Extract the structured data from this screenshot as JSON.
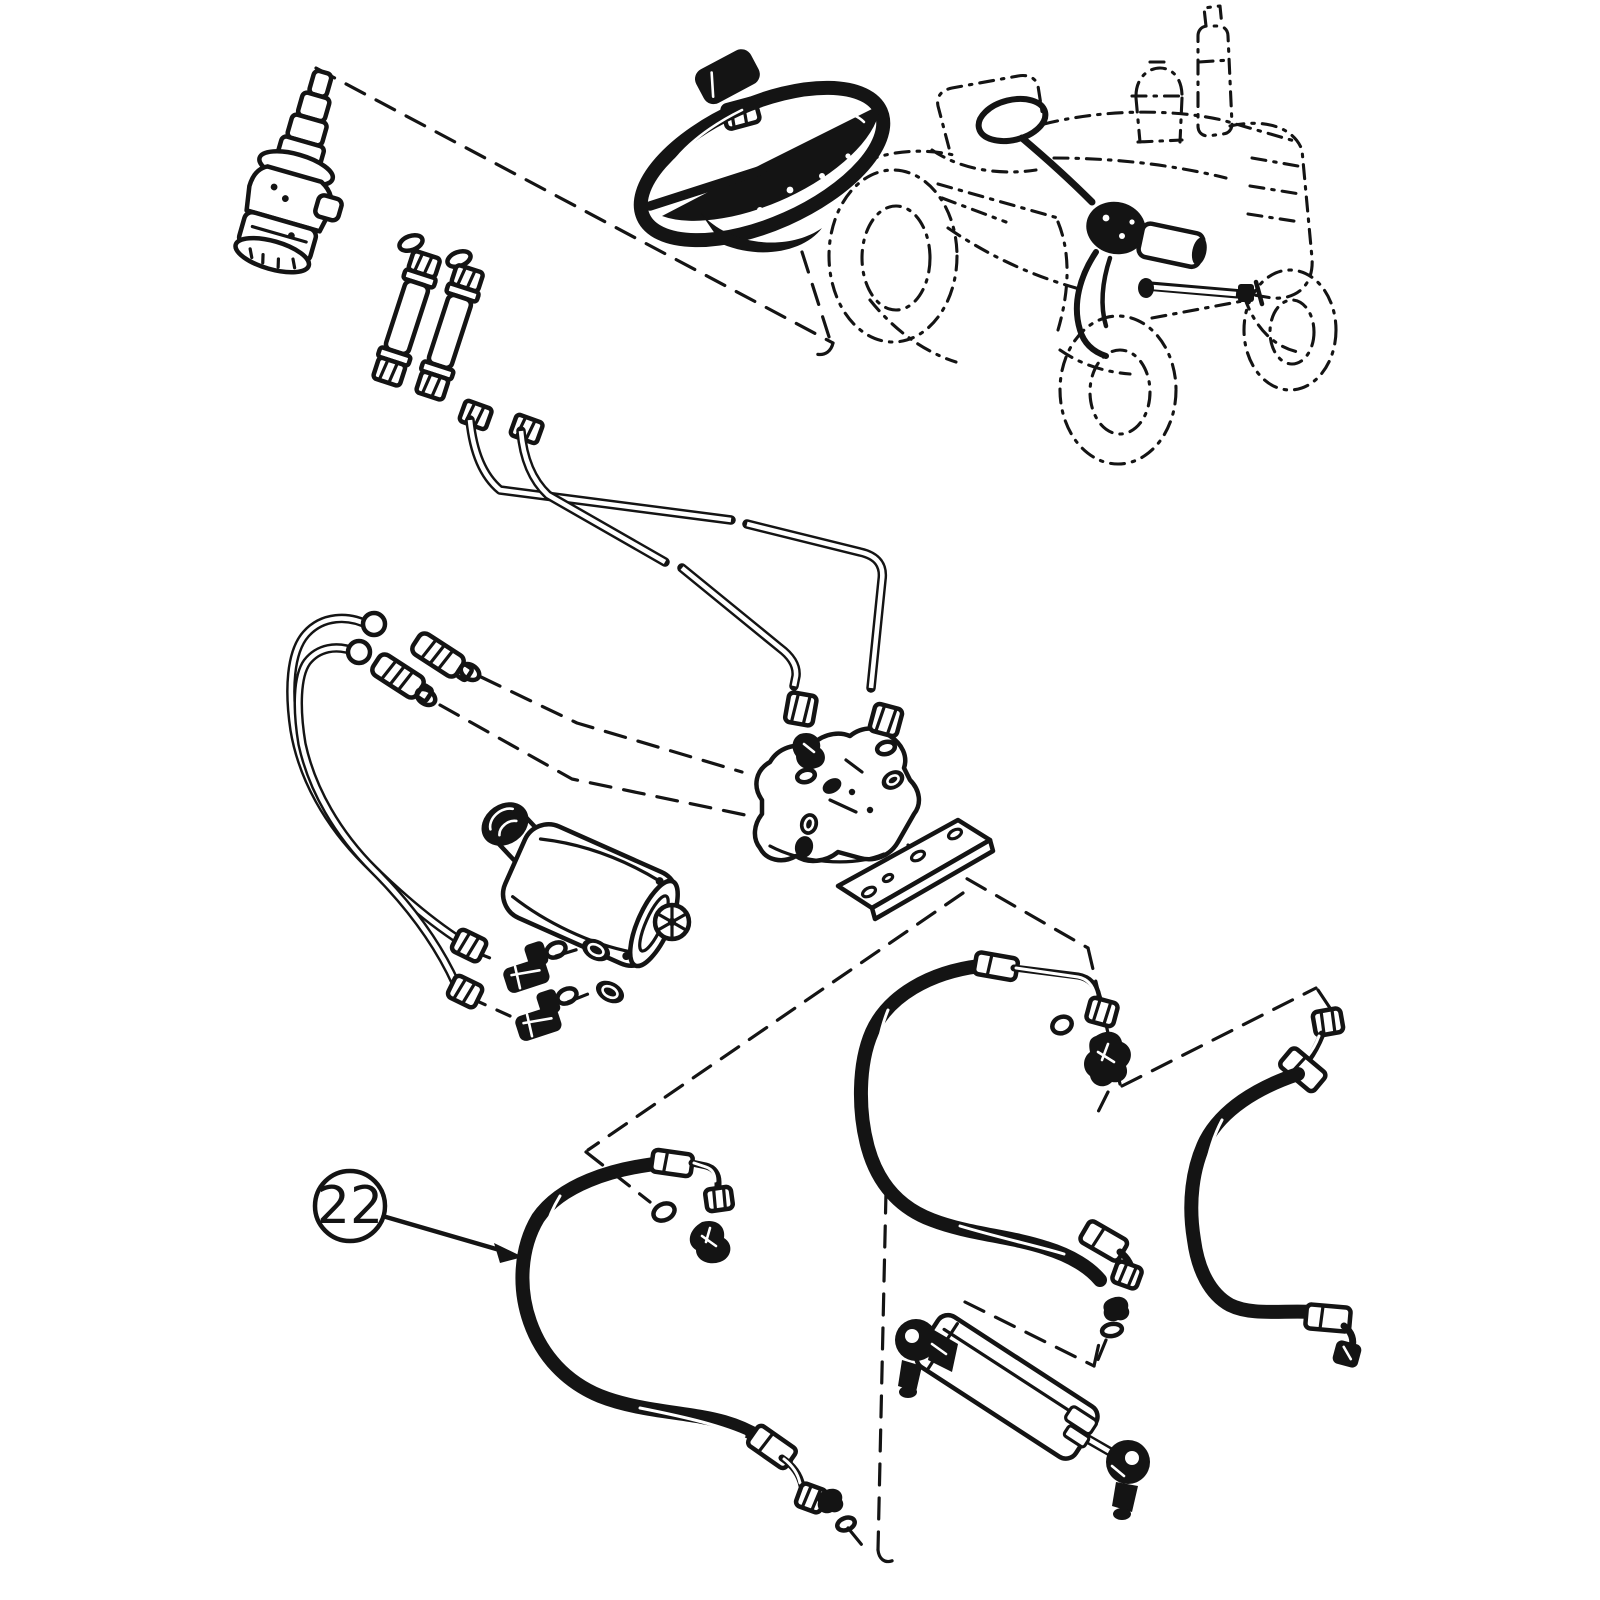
{
  "page": {
    "background_color": "#ffffff",
    "ink_color": "#141414"
  },
  "callout": {
    "label": "22"
  },
  "diagram": {
    "parts": [
      "steering-valve-assembly",
      "valve-o-rings",
      "flex-hose-upper",
      "flex-hose-lower",
      "tube-flare-nuts",
      "steel-tube-upper",
      "steel-tube-lower",
      "steering-wheel",
      "steering-wheel-cap",
      "steering-wheel-nut",
      "tractor-reference-outline",
      "left-tube-pair",
      "tube-connectors",
      "power-steering-pump",
      "pump-elbow-fittings",
      "control-valve",
      "valve-mounting-plate",
      "valve-fittings",
      "pressure-hose-22",
      "middle-hose",
      "right-hose",
      "steering-cylinder",
      "cylinder-fittings"
    ]
  }
}
